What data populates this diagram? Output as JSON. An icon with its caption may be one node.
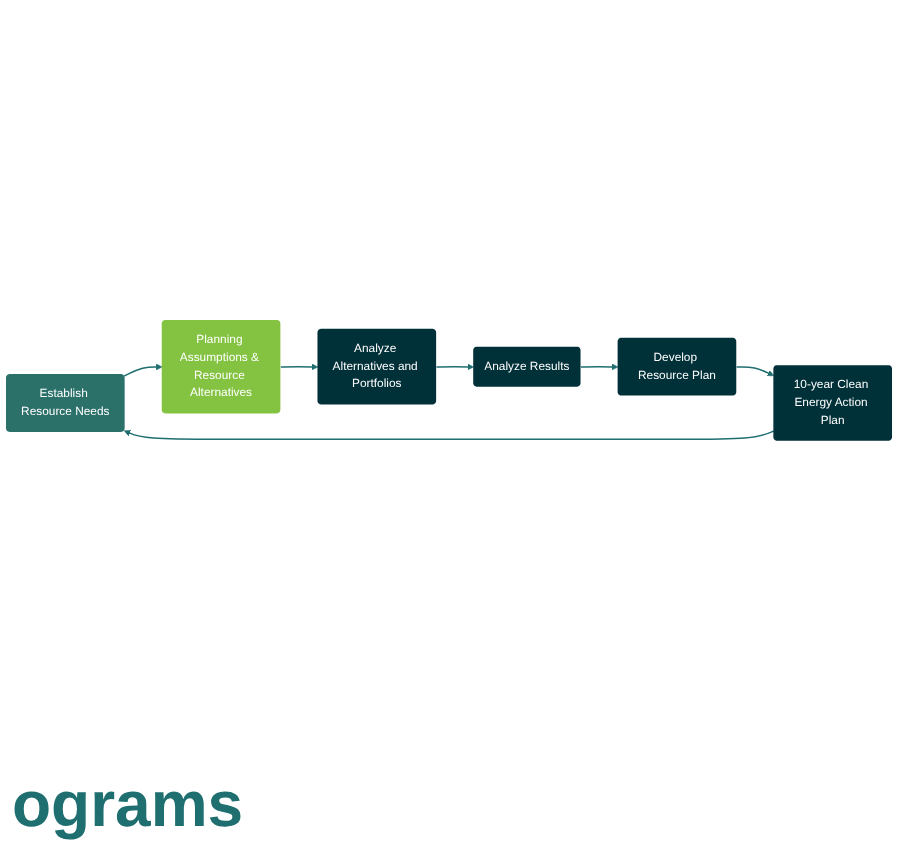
{
  "diagram": {
    "nodes": [
      {
        "text": [
          "Establish Resource Needs"
        ]
      },
      {
        "text": [
          "Planning Assumptions & Resource Alternatives"
        ]
      },
      {
        "text": [
          "Analyze Alternatives and Portfolios"
        ]
      },
      {
        "text": [
          "Analyze Results"
        ]
      },
      {
        "text": [
          "Develop Resource Plan"
        ]
      },
      {
        "text": [
          "10-year Clean Energy Action Plan"
        ]
      }
    ],
    "edges": [
      {
        "from": 0,
        "to": 1,
        "arrow": "to"
      },
      {
        "from": 1,
        "to": 2,
        "arrow": "to"
      },
      {
        "from": 2,
        "to": 3,
        "arrow": "to"
      },
      {
        "from": 3,
        "to": 4,
        "arrow": "to"
      },
      {
        "from": 4,
        "to": 5,
        "arrow": "to"
      },
      {
        "from": 5,
        "to": 0,
        "arrow": "to"
      }
    ],
    "labels": [
      "ograms"
    ]
  }
}
